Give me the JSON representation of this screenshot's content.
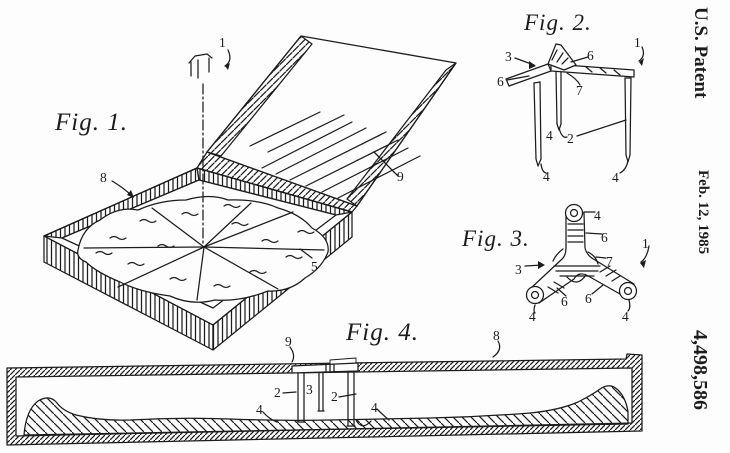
{
  "header": {
    "title": "U.S. Patent",
    "date": "Feb. 12, 1985",
    "number": "4,498,586"
  },
  "figures": {
    "fig1": {
      "label": "Fig. 1.",
      "refs": [
        "1",
        "8",
        "9",
        "5"
      ]
    },
    "fig2": {
      "label": "Fig. 2.",
      "refs": [
        "1",
        "3",
        "6",
        "6",
        "7",
        "2",
        "4",
        "4",
        "4"
      ]
    },
    "fig3": {
      "label": "Fig. 3.",
      "refs": [
        "4",
        "6",
        "7",
        "1",
        "3",
        "6",
        "6",
        "4",
        "4"
      ]
    },
    "fig4": {
      "label": "Fig. 4.",
      "refs": [
        "9",
        "8",
        "2",
        "3",
        "2",
        "4",
        "4"
      ]
    }
  },
  "drawing_subjects": {
    "fig1": "open pizza box with pizza and support device above",
    "fig2": "pizza saver support, perspective view",
    "fig3": "pizza saver support, top view",
    "fig4": "closed box cross-section with support holding lid"
  },
  "colors": {
    "ink": "#1c1c1c",
    "paper": "#fdfdfd"
  }
}
